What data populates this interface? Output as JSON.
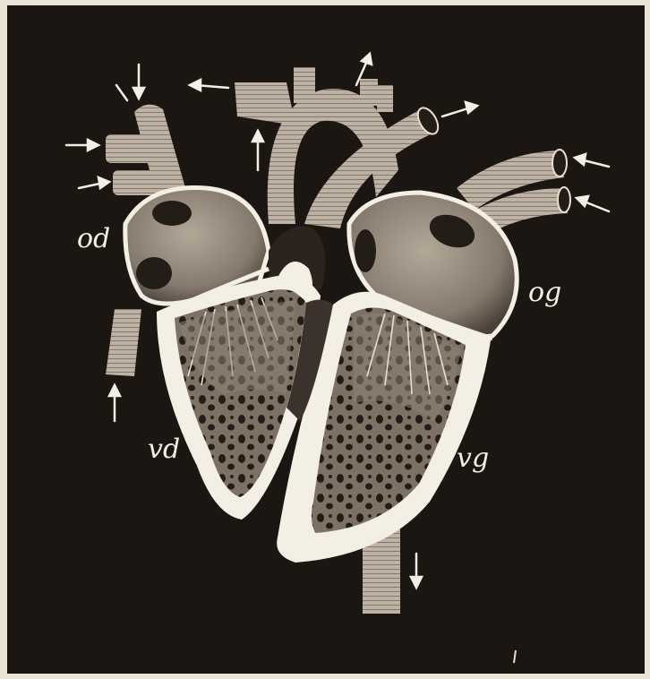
{
  "labels": {
    "od": "od",
    "og": "og",
    "vd": "vd",
    "vg": "vg"
  },
  "colors": {
    "page": "#ebe3d6",
    "background": "#1c1612",
    "outline": "#f4efe4",
    "vessel": "#b9aea0",
    "vessel_shade": "#6e6356",
    "chamber": "#9a8e80",
    "chamber_dark": "#3a322b"
  }
}
